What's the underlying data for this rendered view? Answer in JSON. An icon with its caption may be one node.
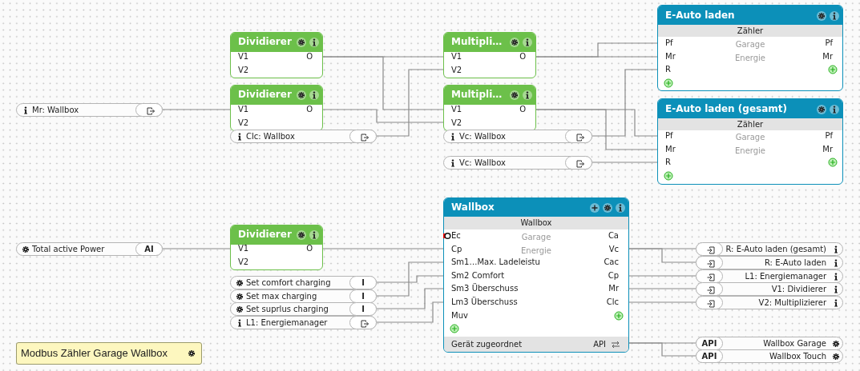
{
  "diagram": {
    "nodes": [
      {
        "text": [
          "Dividierer",
          "V1",
          "O",
          "V2"
        ]
      },
      {
        "text": [
          "Dividierer",
          "V1",
          "O",
          "V2"
        ]
      },
      {
        "text": [
          "Mr: Wallbox"
        ]
      },
      {
        "text": [
          "Clc: Wallbox"
        ]
      },
      {
        "text": [
          "Multipli…",
          "V1",
          "O",
          "V2"
        ]
      },
      {
        "text": [
          "Multipli…",
          "V1",
          "O",
          "V2"
        ]
      },
      {
        "text": [
          "Vc: Wallbox"
        ]
      },
      {
        "text": [
          "Vc: Wallbox"
        ]
      },
      {
        "text": [
          "E-Auto laden",
          "Zähler",
          "Pf",
          "Garage",
          "Pf",
          "Mr",
          "Energie",
          "Mr",
          "R"
        ]
      },
      {
        "text": [
          "E-Auto laden (gesamt)",
          "Zähler",
          "Pf",
          "Garage",
          "Pf",
          "Mr",
          "Energie",
          "Mr",
          "R"
        ]
      },
      {
        "text": [
          "Total active Power",
          "AI"
        ]
      },
      {
        "text": [
          "Dividierer",
          "V1",
          "O",
          "V2"
        ]
      },
      {
        "text": [
          "Set comfort charging",
          "I"
        ]
      },
      {
        "text": [
          "Set max charging",
          "I"
        ]
      },
      {
        "text": [
          "Set suprlus charging",
          "I"
        ]
      },
      {
        "text": [
          "L1: Energiemanager"
        ]
      },
      {
        "text": [
          "Wallbox",
          "Wallbox",
          "Ec",
          "Garage",
          "Ca",
          "Cp",
          "Energie",
          "Vc",
          "Sm1…Max. Ladeleistu",
          "Cac",
          "Sm2 Comfort",
          "Cp",
          "Sm3 Überschuss",
          "Mr",
          "Lm3 Überschuss",
          "Clc",
          "Muv",
          "Gerät zugeordnet",
          "API"
        ]
      },
      {
        "text": [
          "R: E-Auto laden (gesamt)"
        ]
      },
      {
        "text": [
          "R: E-Auto laden"
        ]
      },
      {
        "text": [
          "L1: Energiemanager"
        ]
      },
      {
        "text": [
          "V1: Dividierer"
        ]
      },
      {
        "text": [
          "V2: Multiplizierer"
        ]
      },
      {
        "text": [
          "API",
          "Wallbox Garage"
        ]
      },
      {
        "text": [
          "API",
          "Wallbox Touch"
        ]
      }
    ],
    "edges": [
      {
        "from": 0,
        "to": 4,
        "arrow": "none"
      },
      {
        "from": 0,
        "to": 5,
        "arrow": "none"
      },
      {
        "from": 1,
        "to": 5,
        "arrow": "none"
      },
      {
        "from": 2,
        "to": 1,
        "arrow": "none"
      },
      {
        "from": 3,
        "to": 4,
        "arrow": "none"
      },
      {
        "from": 4,
        "to": 8,
        "arrow": "none"
      },
      {
        "from": 4,
        "to": 8,
        "arrow": "none"
      },
      {
        "from": 5,
        "to": 9,
        "arrow": "none"
      },
      {
        "from": 5,
        "to": 9,
        "arrow": "none"
      },
      {
        "from": 6,
        "to": 8,
        "arrow": "none"
      },
      {
        "from": 7,
        "to": 9,
        "arrow": "none"
      },
      {
        "from": 10,
        "to": 11,
        "arrow": "none"
      },
      {
        "from": 11,
        "to": 16,
        "arrow": "none"
      },
      {
        "from": 13,
        "to": 16,
        "arrow": "none"
      },
      {
        "from": 12,
        "to": 16,
        "arrow": "none"
      },
      {
        "from": 14,
        "to": 16,
        "arrow": "none"
      },
      {
        "from": 15,
        "to": 16,
        "arrow": "none"
      },
      {
        "from": 16,
        "to": 17,
        "arrow": "none"
      },
      {
        "from": 16,
        "to": 18,
        "arrow": "none"
      },
      {
        "from": 16,
        "to": 19,
        "arrow": "none"
      },
      {
        "from": 16,
        "to": 20,
        "arrow": "none"
      },
      {
        "from": 16,
        "to": 21,
        "arrow": "none"
      },
      {
        "from": 16,
        "to": 22,
        "arrow": "none"
      },
      {
        "from": 16,
        "to": 23,
        "arrow": "none"
      }
    ],
    "labels": [
      "Modbus Zähler Garage Wallbox"
    ]
  }
}
